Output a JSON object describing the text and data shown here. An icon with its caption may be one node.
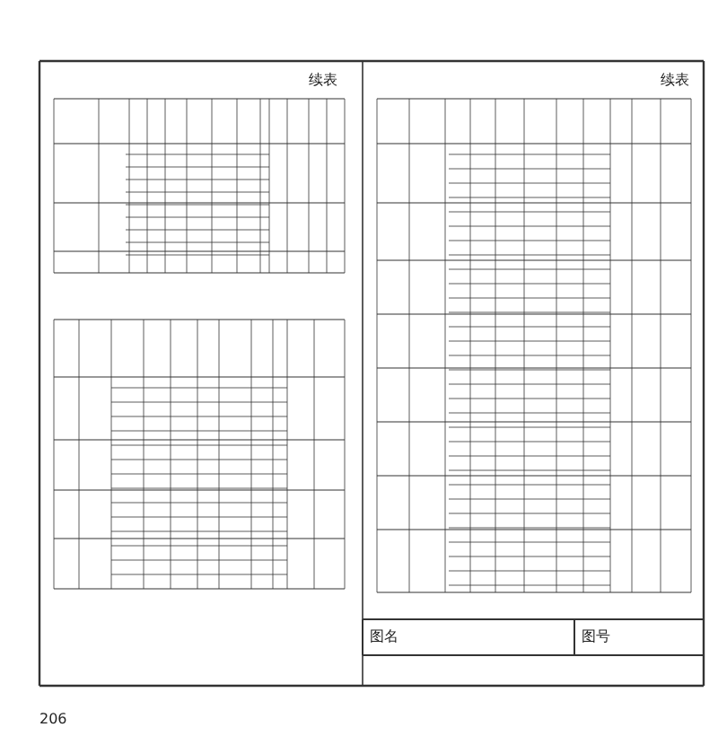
{
  "diagram": {
    "labels": [
      "续表",
      "续表",
      "图名",
      "图号",
      "206"
    ]
  }
}
